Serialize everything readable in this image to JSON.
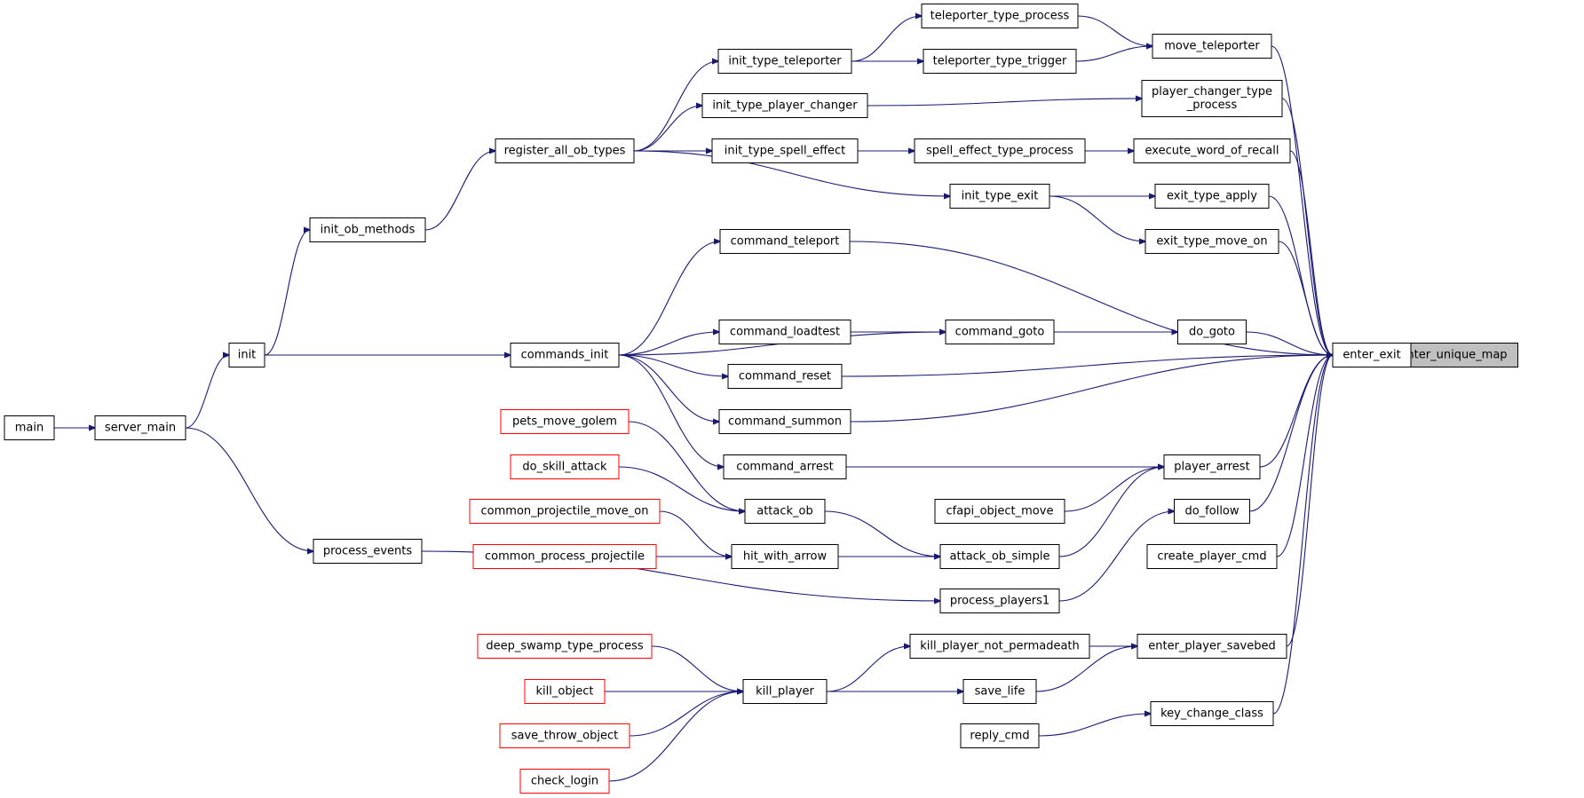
{
  "colors": {
    "edge": "#191970",
    "normal_border": "#000000",
    "incomplete_border": "#ff0000",
    "highlight_fill": "#bfbfbf",
    "node_fill": "#ffffff"
  },
  "nodes": [
    {
      "id": "enter_unique_map",
      "label": "enter_unique_map",
      "style": "highlight"
    },
    {
      "id": "enter_exit",
      "label": "enter_exit",
      "style": "normal"
    },
    {
      "id": "move_teleporter",
      "label": "move_teleporter",
      "style": "normal"
    },
    {
      "id": "player_changer_type_process",
      "label": "player_changer_type\n_process",
      "style": "normal"
    },
    {
      "id": "execute_word_of_recall",
      "label": "execute_word_of_recall",
      "style": "normal"
    },
    {
      "id": "exit_type_apply",
      "label": "exit_type_apply",
      "style": "normal"
    },
    {
      "id": "exit_type_move_on",
      "label": "exit_type_move_on",
      "style": "normal"
    },
    {
      "id": "do_goto",
      "label": "do_goto",
      "style": "normal"
    },
    {
      "id": "player_arrest",
      "label": "player_arrest",
      "style": "normal"
    },
    {
      "id": "do_follow",
      "label": "do_follow",
      "style": "normal"
    },
    {
      "id": "create_player_cmd",
      "label": "create_player_cmd",
      "style": "normal"
    },
    {
      "id": "enter_player_savebed",
      "label": "enter_player_savebed",
      "style": "normal"
    },
    {
      "id": "key_change_class",
      "label": "key_change_class",
      "style": "normal"
    },
    {
      "id": "teleporter_type_process",
      "label": "teleporter_type_process",
      "style": "normal"
    },
    {
      "id": "teleporter_type_trigger",
      "label": "teleporter_type_trigger",
      "style": "normal"
    },
    {
      "id": "spell_effect_type_process",
      "label": "spell_effect_type_process",
      "style": "normal"
    },
    {
      "id": "init_type_exit",
      "label": "init_type_exit",
      "style": "normal"
    },
    {
      "id": "command_goto",
      "label": "command_goto",
      "style": "normal"
    },
    {
      "id": "cfapi_object_move",
      "label": "cfapi_object_move",
      "style": "normal"
    },
    {
      "id": "attack_ob_simple",
      "label": "attack_ob_simple",
      "style": "normal"
    },
    {
      "id": "process_players1",
      "label": "process_players1",
      "style": "normal"
    },
    {
      "id": "kill_player_not_permadeath",
      "label": "kill_player_not_permadeath",
      "style": "normal"
    },
    {
      "id": "save_life",
      "label": "save_life",
      "style": "normal"
    },
    {
      "id": "reply_cmd",
      "label": "reply_cmd",
      "style": "normal"
    },
    {
      "id": "init_type_teleporter",
      "label": "init_type_teleporter",
      "style": "normal"
    },
    {
      "id": "init_type_player_changer",
      "label": "init_type_player_changer",
      "style": "normal"
    },
    {
      "id": "init_type_spell_effect",
      "label": "init_type_spell_effect",
      "style": "normal"
    },
    {
      "id": "command_teleport",
      "label": "command_teleport",
      "style": "normal"
    },
    {
      "id": "command_loadtest",
      "label": "command_loadtest",
      "style": "normal"
    },
    {
      "id": "command_reset",
      "label": "command_reset",
      "style": "normal"
    },
    {
      "id": "command_summon",
      "label": "command_summon",
      "style": "normal"
    },
    {
      "id": "command_arrest",
      "label": "command_arrest",
      "style": "normal"
    },
    {
      "id": "attack_ob",
      "label": "attack_ob",
      "style": "normal"
    },
    {
      "id": "hit_with_arrow",
      "label": "hit_with_arrow",
      "style": "normal"
    },
    {
      "id": "kill_player",
      "label": "kill_player",
      "style": "normal"
    },
    {
      "id": "register_all_ob_types",
      "label": "register_all_ob_types",
      "style": "normal"
    },
    {
      "id": "commands_init",
      "label": "commands_init",
      "style": "normal"
    },
    {
      "id": "pets_move_golem",
      "label": "pets_move_golem",
      "style": "incomplete"
    },
    {
      "id": "do_skill_attack",
      "label": "do_skill_attack",
      "style": "incomplete"
    },
    {
      "id": "common_projectile_move_on",
      "label": "common_projectile_move_on",
      "style": "incomplete"
    },
    {
      "id": "common_process_projectile",
      "label": "common_process_projectile",
      "style": "incomplete"
    },
    {
      "id": "deep_swamp_type_process",
      "label": "deep_swamp_type_process",
      "style": "incomplete"
    },
    {
      "id": "kill_object",
      "label": "kill_object",
      "style": "incomplete"
    },
    {
      "id": "save_throw_object",
      "label": "save_throw_object",
      "style": "incomplete"
    },
    {
      "id": "check_login",
      "label": "check_login",
      "style": "incomplete"
    },
    {
      "id": "init_ob_methods",
      "label": "init_ob_methods",
      "style": "normal"
    },
    {
      "id": "init",
      "label": "init",
      "style": "normal"
    },
    {
      "id": "process_events",
      "label": "process_events",
      "style": "normal"
    },
    {
      "id": "server_main",
      "label": "server_main",
      "style": "normal"
    },
    {
      "id": "main",
      "label": "main",
      "style": "normal"
    }
  ],
  "edges": [
    [
      "enter_exit",
      "enter_unique_map"
    ],
    [
      "move_teleporter",
      "enter_exit"
    ],
    [
      "player_changer_type_process",
      "enter_exit"
    ],
    [
      "execute_word_of_recall",
      "enter_exit"
    ],
    [
      "exit_type_apply",
      "enter_exit"
    ],
    [
      "exit_type_move_on",
      "enter_exit"
    ],
    [
      "command_teleport",
      "enter_exit"
    ],
    [
      "do_goto",
      "enter_exit"
    ],
    [
      "command_reset",
      "enter_exit"
    ],
    [
      "command_summon",
      "enter_exit"
    ],
    [
      "player_arrest",
      "enter_exit"
    ],
    [
      "do_follow",
      "enter_exit"
    ],
    [
      "create_player_cmd",
      "enter_exit"
    ],
    [
      "enter_player_savebed",
      "enter_exit"
    ],
    [
      "key_change_class",
      "enter_exit"
    ],
    [
      "teleporter_type_process",
      "move_teleporter"
    ],
    [
      "teleporter_type_trigger",
      "move_teleporter"
    ],
    [
      "init_type_teleporter",
      "teleporter_type_process"
    ],
    [
      "init_type_teleporter",
      "teleporter_type_trigger"
    ],
    [
      "register_all_ob_types",
      "init_type_teleporter"
    ],
    [
      "init_ob_methods",
      "register_all_ob_types"
    ],
    [
      "init",
      "init_ob_methods"
    ],
    [
      "server_main",
      "init"
    ],
    [
      "main",
      "server_main"
    ],
    [
      "init_type_player_changer",
      "player_changer_type_process"
    ],
    [
      "register_all_ob_types",
      "init_type_player_changer"
    ],
    [
      "spell_effect_type_process",
      "execute_word_of_recall"
    ],
    [
      "init_type_spell_effect",
      "spell_effect_type_process"
    ],
    [
      "register_all_ob_types",
      "init_type_spell_effect"
    ],
    [
      "init_type_exit",
      "exit_type_apply"
    ],
    [
      "init_type_exit",
      "exit_type_move_on"
    ],
    [
      "register_all_ob_types",
      "init_type_exit"
    ],
    [
      "commands_init",
      "command_teleport"
    ],
    [
      "init",
      "commands_init"
    ],
    [
      "command_goto",
      "do_goto"
    ],
    [
      "commands_init",
      "command_goto"
    ],
    [
      "command_loadtest",
      "command_goto"
    ],
    [
      "commands_init",
      "command_loadtest"
    ],
    [
      "commands_init",
      "command_reset"
    ],
    [
      "commands_init",
      "command_summon"
    ],
    [
      "command_arrest",
      "player_arrest"
    ],
    [
      "commands_init",
      "command_arrest"
    ],
    [
      "cfapi_object_move",
      "player_arrest"
    ],
    [
      "attack_ob_simple",
      "player_arrest"
    ],
    [
      "attack_ob",
      "attack_ob_simple"
    ],
    [
      "pets_move_golem",
      "attack_ob"
    ],
    [
      "do_skill_attack",
      "attack_ob"
    ],
    [
      "hit_with_arrow",
      "attack_ob_simple"
    ],
    [
      "common_projectile_move_on",
      "hit_with_arrow"
    ],
    [
      "common_process_projectile",
      "hit_with_arrow"
    ],
    [
      "process_players1",
      "do_follow"
    ],
    [
      "process_events",
      "process_players1"
    ],
    [
      "server_main",
      "process_events"
    ],
    [
      "kill_player_not_permadeath",
      "enter_player_savebed"
    ],
    [
      "kill_player",
      "kill_player_not_permadeath"
    ],
    [
      "deep_swamp_type_process",
      "kill_player"
    ],
    [
      "kill_object",
      "kill_player"
    ],
    [
      "save_throw_object",
      "kill_player"
    ],
    [
      "check_login",
      "kill_player"
    ],
    [
      "save_life",
      "enter_player_savebed"
    ],
    [
      "kill_player",
      "save_life"
    ],
    [
      "reply_cmd",
      "key_change_class"
    ]
  ]
}
